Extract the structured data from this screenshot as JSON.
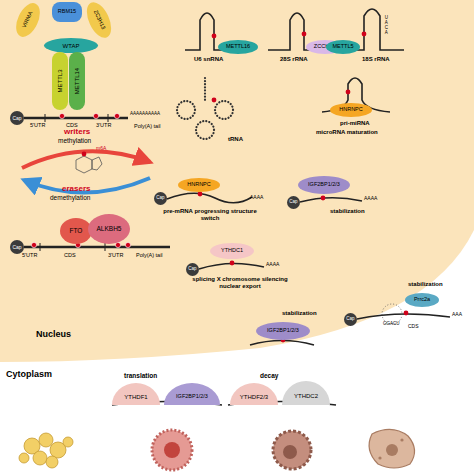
{
  "diagram": {
    "nodes": [
      {
        "text": [
          "VIRMA"
        ]
      },
      {
        "text": [
          "RBM15"
        ]
      },
      {
        "text": [
          "ZC3H13"
        ]
      },
      {
        "text": [
          "WTAP"
        ]
      },
      {
        "text": [
          "METTL3"
        ]
      },
      {
        "text": [
          "METTL14"
        ]
      },
      {
        "text": [
          "Cap"
        ]
      },
      {
        "text": [
          "FTO"
        ]
      },
      {
        "text": [
          "ALKBH5"
        ]
      },
      {
        "text": [
          "Cap"
        ]
      },
      {
        "text": [
          "METTL16"
        ]
      },
      {
        "text": [
          "ZCCHC4"
        ]
      },
      {
        "text": [
          "METTL5"
        ]
      },
      {
        "text": [
          "HNRNPC"
        ]
      },
      {
        "text": [
          "HNRNPC"
        ]
      },
      {
        "text": [
          "Cap"
        ]
      },
      {
        "text": [
          "IGF2BP1/2/3"
        ]
      },
      {
        "text": [
          "Cap"
        ]
      },
      {
        "text": [
          "YTHDC1"
        ]
      },
      {
        "text": [
          "Cap"
        ]
      },
      {
        "text": [
          "Prrc2a"
        ]
      },
      {
        "text": [
          "Cap"
        ]
      },
      {
        "text": [
          "IGF2BP1/2/3"
        ]
      },
      {
        "text": [
          "YTHDF1"
        ]
      },
      {
        "text": [
          "IGF2BP1/2/3"
        ]
      },
      {
        "text": [
          "YTHDF2/3"
        ]
      },
      {
        "text": [
          "YTHDC2"
        ]
      }
    ],
    "labels": [
      "5'UTR",
      "CDS",
      "3'UTR",
      "Poly(A) tail",
      "AAAAAAAAAA",
      "writers",
      "methylation",
      "m6A",
      "erasers",
      "demethylation",
      "5'UTR",
      "CDS",
      "3'UTR",
      "Poly(A) tail",
      "U6 snRNA",
      "28S rRNA",
      "UACA",
      "18S rRNA",
      "tRNA",
      "pri-miRNA",
      "microRNA maturation",
      "AAAA",
      "pre-mRNA progressing structure switch",
      "AAAA",
      "stabilization",
      "AAAA",
      "splicing X chromosome silencing nuclear export",
      "Nucleus",
      "stabilization",
      "AAA",
      "GGACU",
      "CDS",
      "stabilization",
      "Cytoplasm",
      "translation",
      "decay"
    ]
  }
}
